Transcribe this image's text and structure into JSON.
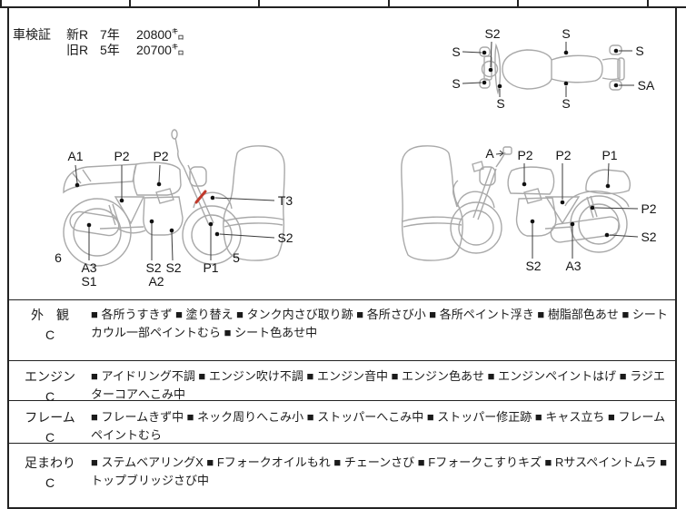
{
  "shaken": {
    "title": "車検証",
    "rows": [
      {
        "reg": "新R",
        "year": "7年",
        "distance": "20800㌔"
      },
      {
        "reg": "旧R",
        "year": "5年",
        "distance": "20700㌔"
      }
    ]
  },
  "diagrams": {
    "top_view": {
      "labels": [
        "S2",
        "S",
        "S",
        "S",
        "S",
        "S",
        "S",
        "SA"
      ]
    },
    "left_view": {
      "labels": [
        "A1",
        "P2",
        "P2",
        "T3",
        "S2",
        "6",
        "A3",
        "S1",
        "S2",
        "A2",
        "S2",
        "P1",
        "5"
      ]
    },
    "right_view": {
      "labels": [
        "A",
        "P2",
        "P2",
        "P1",
        "P2",
        "S2",
        "S2",
        "A3"
      ]
    }
  },
  "sections": [
    {
      "name": "外　観",
      "grade": "C",
      "items": "■ 各所うすきず ■ 塗り替え ■ タンク内さび取り跡 ■ 各所さび小 ■ 各所ペイント浮き ■ 樹脂部色あせ ■ シートカウル一部ペイントむら ■ シート色あせ中"
    },
    {
      "name": "エンジン",
      "grade": "C",
      "items": "■ アイドリング不調 ■ エンジン吹け不調 ■ エンジン音中 ■ エンジン色あせ ■ エンジンペイントはげ ■ ラジエターコアへこみ中"
    },
    {
      "name": "フレーム",
      "grade": "C",
      "items": "■ フレームきず中 ■ ネック周りへこみ小 ■ ストッパーへこみ中 ■ ストッパー修正跡 ■ キャス立ち ■ フレームペイントむら"
    },
    {
      "name": "足まわり",
      "grade": "C",
      "items": "■ ステムベアリングX ■ Fフォークオイルもれ ■ チェーンさび ■ Fフォークこすりキズ ■ Rサスペイントムラ ■ トップブリッジさび中"
    }
  ],
  "colors": {
    "border": "#222222",
    "line_art": "#a9a9a9",
    "leader": "#3a3a3a",
    "marker_dot": "#111111",
    "defect_mark": "#c0392b"
  }
}
